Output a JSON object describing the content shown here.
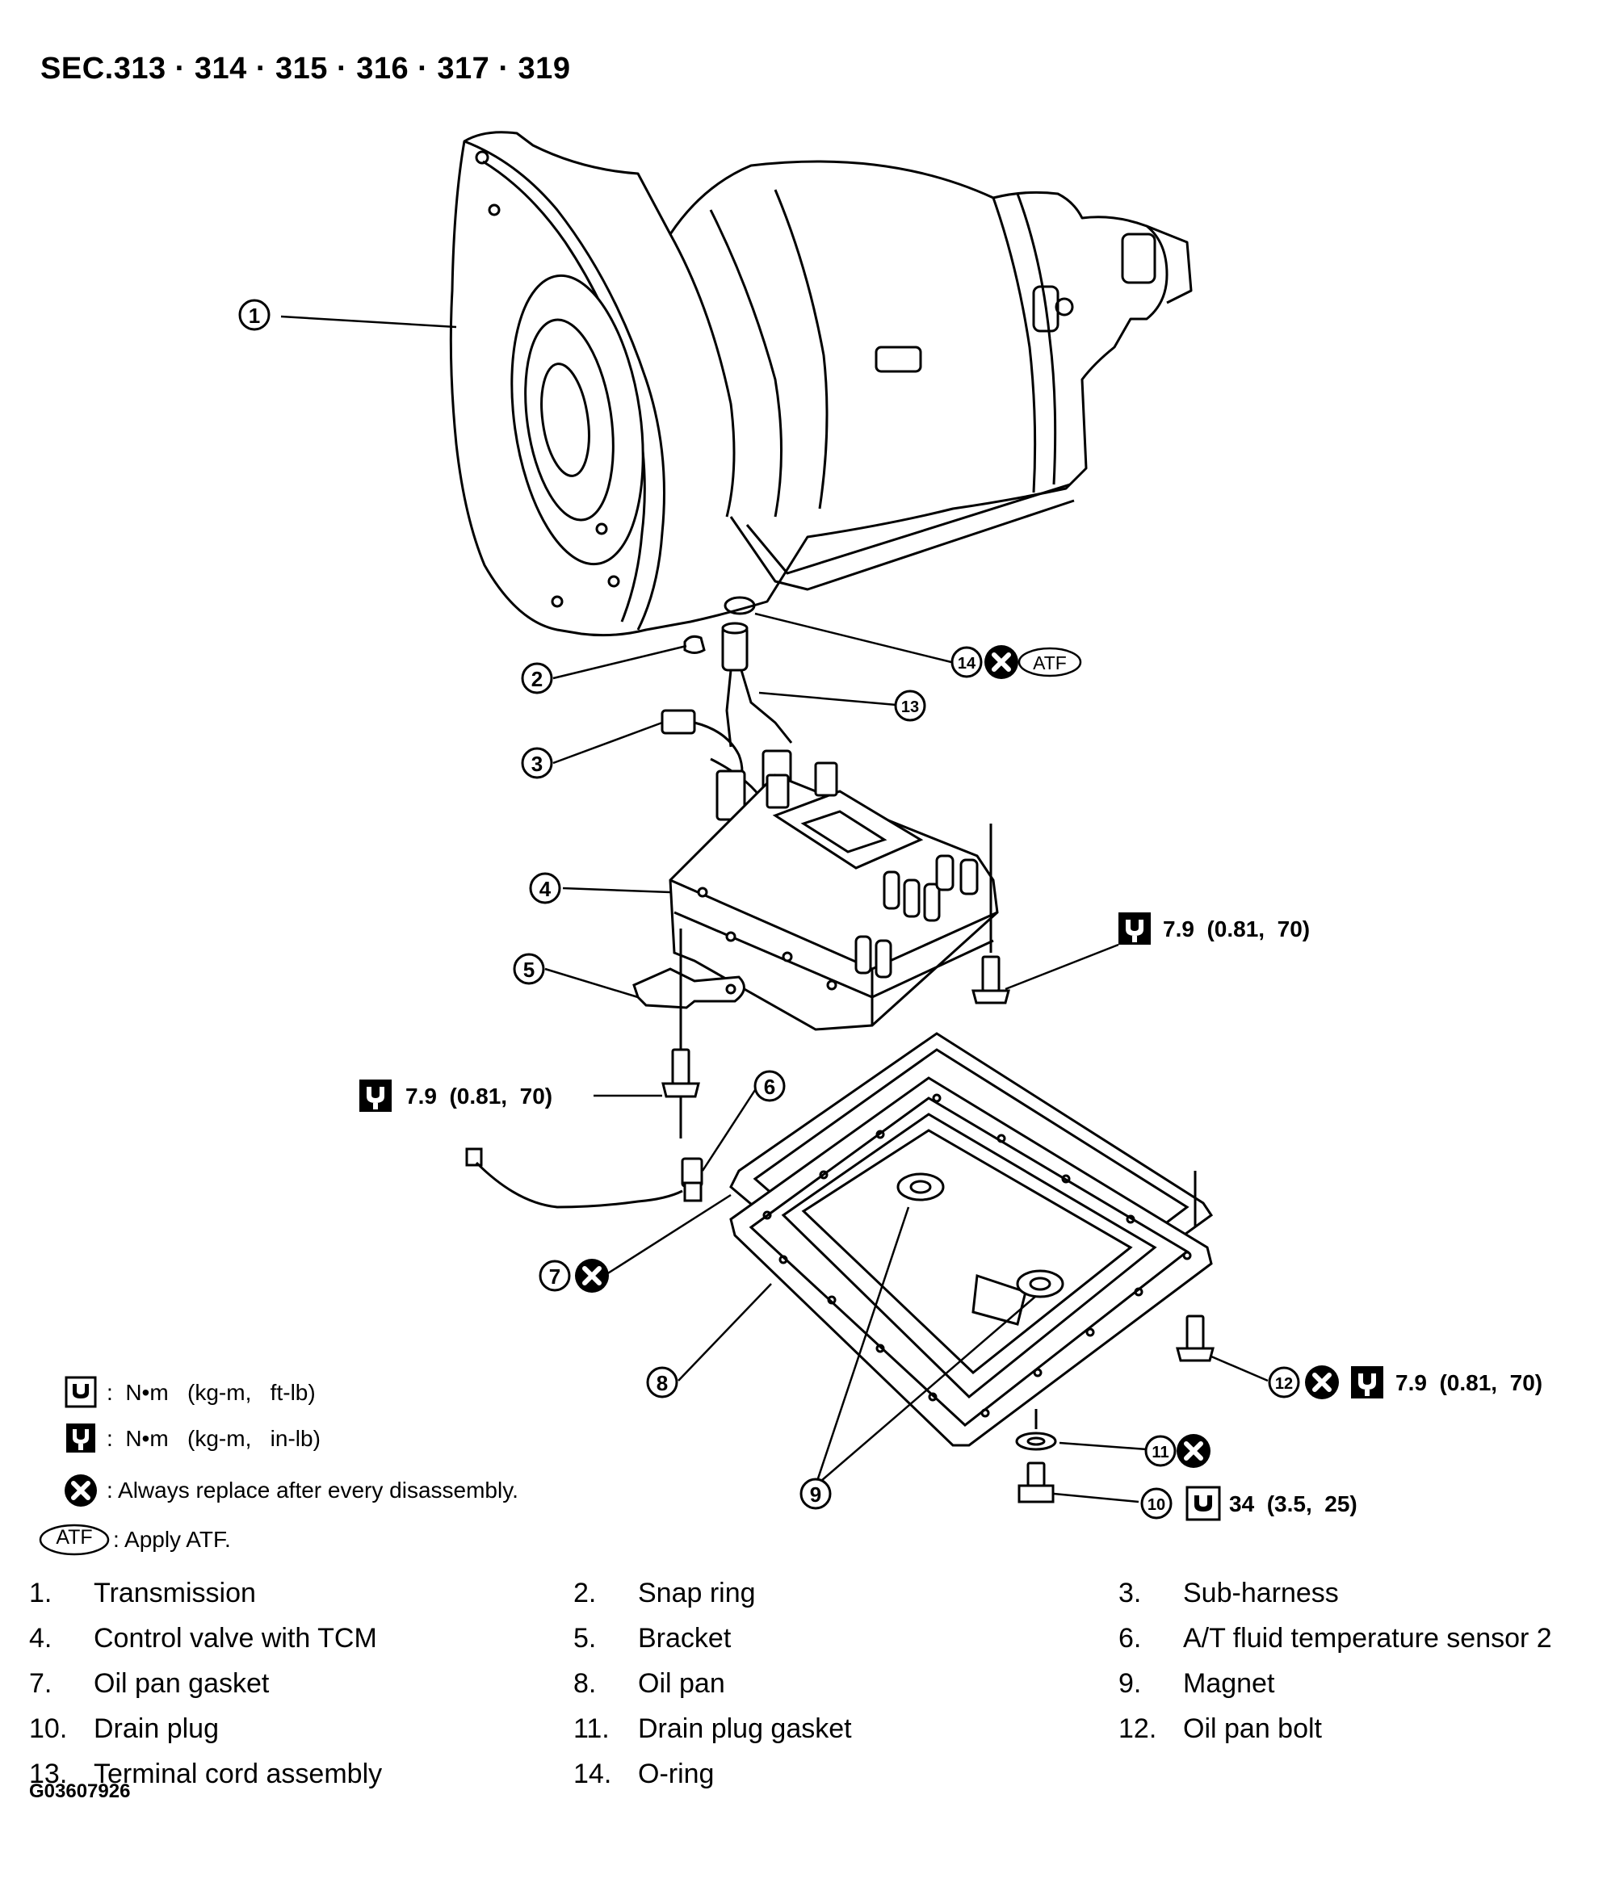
{
  "title": "SEC.313 · 314 · 315 · 316 · 317 · 319",
  "callouts": {
    "c1": "1",
    "c2": "2",
    "c3": "3",
    "c4": "4",
    "c5": "5",
    "c6": "6",
    "c7": "7",
    "c8": "8",
    "c9": "9",
    "c10": "10",
    "c11": "11",
    "c12": "12",
    "c13": "13",
    "c14": "14"
  },
  "torque": {
    "control_valve_bolt": "7.9  (0.81,  70)",
    "bracket_bolt": "7.9  (0.81,  70)",
    "oil_pan_bolt": "7.9  (0.81,  70)",
    "drain_plug": "34  (3.5,  25)"
  },
  "atf_badge": "ATF",
  "legend": {
    "ftlb": ":  N•m   (kg-m,   ft-lb)",
    "inlb": ":  N•m   (kg-m,   in-lb)",
    "replace": ": Always replace after every disassembly.",
    "atf_label": "ATF",
    "atf": ": Apply ATF."
  },
  "parts": [
    {
      "num": "1.",
      "name": "Transmission"
    },
    {
      "num": "2.",
      "name": "Snap ring"
    },
    {
      "num": "3.",
      "name": "Sub-harness"
    },
    {
      "num": "4.",
      "name": "Control valve with TCM"
    },
    {
      "num": "5.",
      "name": "Bracket"
    },
    {
      "num": "6.",
      "name": "A/T fluid temperature sensor 2"
    },
    {
      "num": "7.",
      "name": "Oil pan gasket"
    },
    {
      "num": "8.",
      "name": "Oil pan"
    },
    {
      "num": "9.",
      "name": "Magnet"
    },
    {
      "num": "10.",
      "name": "Drain plug"
    },
    {
      "num": "11.",
      "name": "Drain plug gasket"
    },
    {
      "num": "12.",
      "name": "Oil pan bolt"
    },
    {
      "num": "13.",
      "name": "Terminal cord assembly"
    },
    {
      "num": "14.",
      "name": "O-ring"
    }
  ],
  "figure_id": "G03607926"
}
